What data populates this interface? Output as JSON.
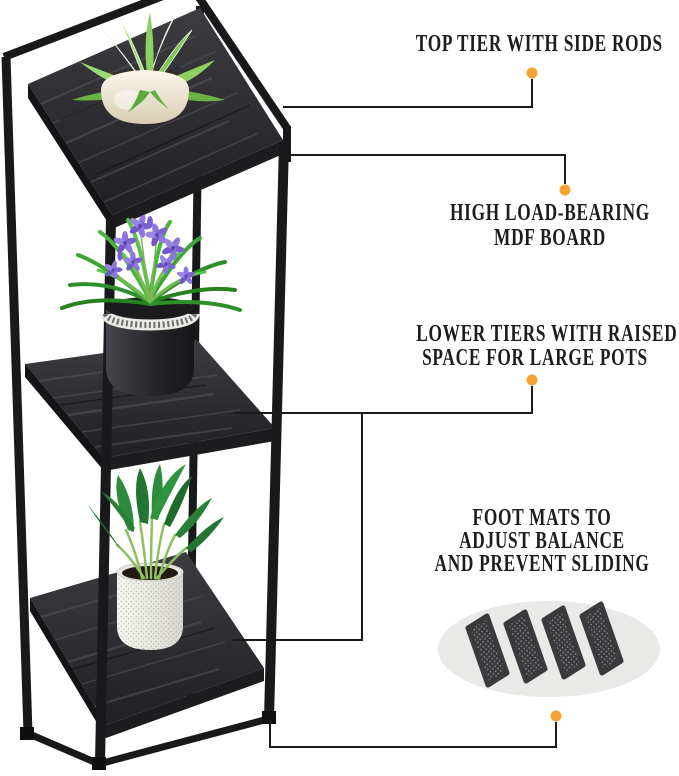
{
  "callouts": [
    {
      "id": "top-tier",
      "lines": [
        "TOP TIER WITH SIDE RODS"
      ]
    },
    {
      "id": "mdf-board",
      "lines": [
        "HIGH LOAD-BEARING",
        "MDF BOARD"
      ]
    },
    {
      "id": "lower-tiers",
      "lines": [
        "LOWER TIERS WITH RAISED",
        "SPACE FOR LARGE POTS"
      ]
    },
    {
      "id": "foot-mats",
      "lines": [
        "FOOT MATS TO",
        "ADJUST BALANCE",
        "AND PREVENT SLIDING"
      ]
    }
  ],
  "figure": {
    "tiers": 3,
    "foot_mats_count": 4,
    "plants": [
      "aloe succulent in cream pot",
      "purple flowers with grass leaves in black pot with white band",
      "green leafy plant in white speckled pot"
    ]
  },
  "colors": {
    "background": "#FFFFFF",
    "accent_dot": "#F5A433",
    "line": "#1B1B1B",
    "text": "#1D1D1F",
    "frame_black": "#19191B",
    "board_dark": "#242428",
    "ellipse_bg": "#E9E9E7",
    "mat_dark": "#3A3A3D"
  }
}
